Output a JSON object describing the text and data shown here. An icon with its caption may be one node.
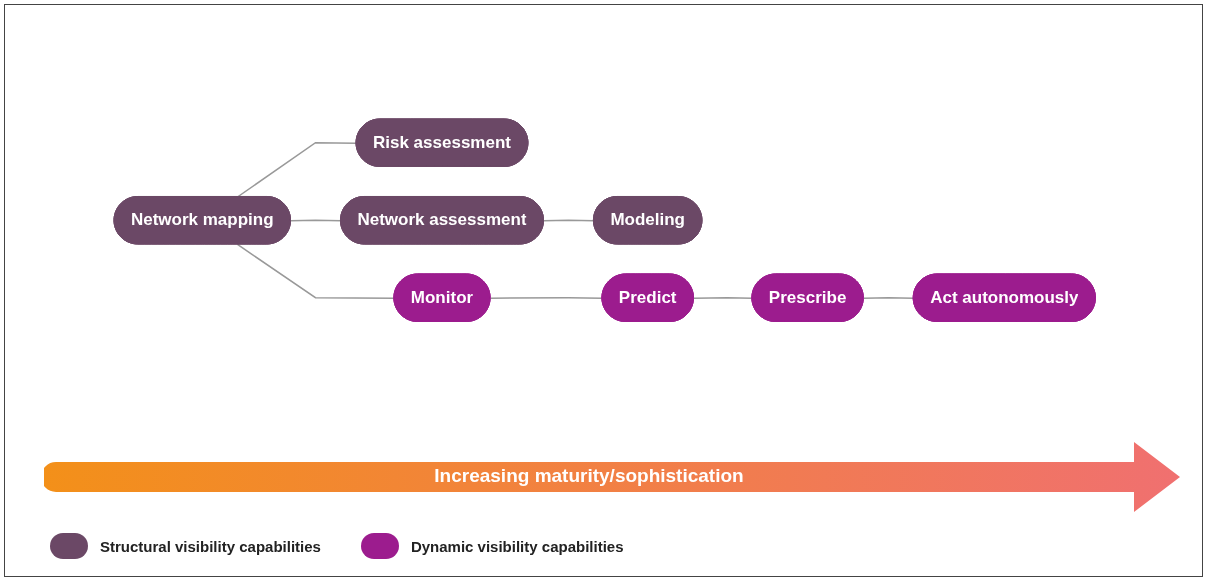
{
  "diagram": {
    "nodes": [
      {
        "text": [
          "Network mapping"
        ]
      },
      {
        "text": [
          "Risk assessment"
        ]
      },
      {
        "text": [
          "Network assessment"
        ]
      },
      {
        "text": [
          "Modeling"
        ]
      },
      {
        "text": [
          "Monitor"
        ]
      },
      {
        "text": [
          "Predict"
        ]
      },
      {
        "text": [
          "Prescribe"
        ]
      },
      {
        "text": [
          "Act autonomously"
        ]
      }
    ],
    "edges": [
      {
        "from": 0,
        "to": 1,
        "arrow": "none"
      },
      {
        "from": 0,
        "to": 2,
        "arrow": "none"
      },
      {
        "from": 0,
        "to": 4,
        "arrow": "none"
      },
      {
        "from": 2,
        "to": 3,
        "arrow": "none"
      },
      {
        "from": 4,
        "to": 5,
        "arrow": "none"
      },
      {
        "from": 5,
        "to": 6,
        "arrow": "none"
      },
      {
        "from": 6,
        "to": 7,
        "arrow": "none"
      }
    ],
    "labels": [
      "Increasing maturity/sophistication"
    ],
    "legend": [
      {
        "text": "Structural visibility capabilities",
        "color": "#6b4866"
      },
      {
        "text": "Dynamic visibility capabilities",
        "color": "#9c1c8e"
      }
    ]
  }
}
